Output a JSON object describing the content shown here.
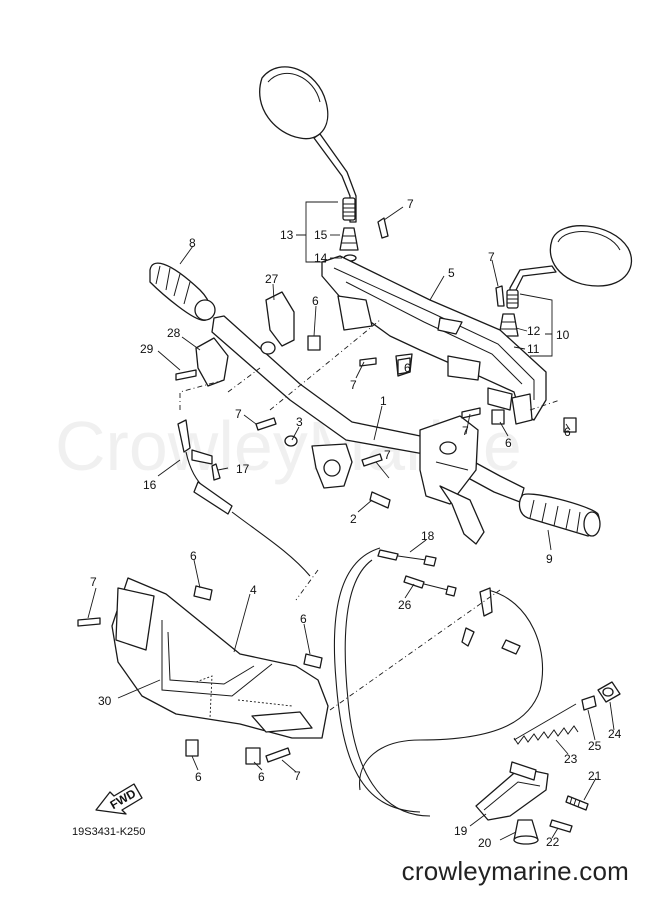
{
  "watermark": "CrowleyMarine",
  "diagram_code": "19S3431-K250",
  "site_url": "crowleymarine.com",
  "fwd_label": "FWD",
  "callouts": [
    {
      "id": "1",
      "label": "1"
    },
    {
      "id": "2",
      "label": "2"
    },
    {
      "id": "3",
      "label": "3"
    },
    {
      "id": "4",
      "label": "4"
    },
    {
      "id": "5",
      "label": "5"
    },
    {
      "id": "6a",
      "label": "6"
    },
    {
      "id": "6b",
      "label": "6"
    },
    {
      "id": "6c",
      "label": "6"
    },
    {
      "id": "6d",
      "label": "6"
    },
    {
      "id": "6e",
      "label": "6"
    },
    {
      "id": "6f",
      "label": "6"
    },
    {
      "id": "6g",
      "label": "6"
    },
    {
      "id": "6h",
      "label": "6"
    },
    {
      "id": "7a",
      "label": "7"
    },
    {
      "id": "7b",
      "label": "7"
    },
    {
      "id": "7c",
      "label": "7"
    },
    {
      "id": "7d",
      "label": "7"
    },
    {
      "id": "7e",
      "label": "7"
    },
    {
      "id": "7f",
      "label": "7"
    },
    {
      "id": "7g",
      "label": "7"
    },
    {
      "id": "7h",
      "label": "7"
    },
    {
      "id": "8",
      "label": "8"
    },
    {
      "id": "9",
      "label": "9"
    },
    {
      "id": "10",
      "label": "10"
    },
    {
      "id": "11",
      "label": "11"
    },
    {
      "id": "12",
      "label": "12"
    },
    {
      "id": "13",
      "label": "13"
    },
    {
      "id": "14",
      "label": "14"
    },
    {
      "id": "15",
      "label": "15"
    },
    {
      "id": "16",
      "label": "16"
    },
    {
      "id": "17",
      "label": "17"
    },
    {
      "id": "18",
      "label": "18"
    },
    {
      "id": "19",
      "label": "19"
    },
    {
      "id": "20",
      "label": "20"
    },
    {
      "id": "21",
      "label": "21"
    },
    {
      "id": "22",
      "label": "22"
    },
    {
      "id": "23",
      "label": "23"
    },
    {
      "id": "24",
      "label": "24"
    },
    {
      "id": "25",
      "label": "25"
    },
    {
      "id": "26",
      "label": "26"
    },
    {
      "id": "27",
      "label": "27"
    },
    {
      "id": "28",
      "label": "28"
    },
    {
      "id": "29",
      "label": "29"
    },
    {
      "id": "30",
      "label": "30"
    }
  ]
}
